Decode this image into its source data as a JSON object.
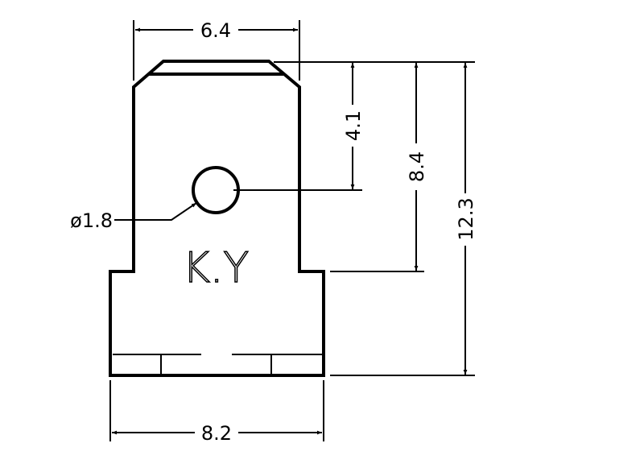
{
  "drawing": {
    "part_marking": "K.Y",
    "colors": {
      "line": "#000000",
      "background": "#ffffff"
    },
    "dimensions": {
      "top_width": "6.4",
      "bottom_width": "8.2",
      "hole_offset": "4.1",
      "step_height": "8.4",
      "total_height": "12.3",
      "hole_diameter": "ø1.8"
    }
  }
}
